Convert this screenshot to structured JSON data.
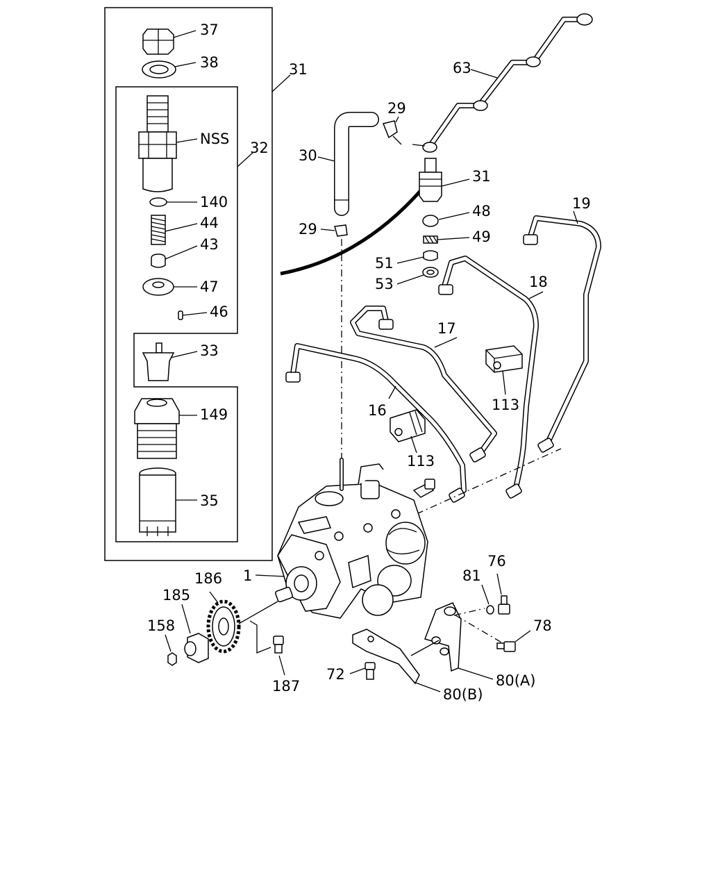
{
  "diagram": {
    "labels": {
      "p37": "37",
      "p38": "38",
      "p31a": "31",
      "pNSS": "NSS",
      "p32": "32",
      "p140": "140",
      "p44": "44",
      "p43": "43",
      "p47": "47",
      "p46": "46",
      "p33": "33",
      "p149": "149",
      "p35": "35",
      "p63": "63",
      "p29a": "29",
      "p30": "30",
      "p31b": "31",
      "p29b": "29",
      "p48": "48",
      "p49": "49",
      "p51": "51",
      "p53": "53",
      "p19": "19",
      "p18": "18",
      "p17": "17",
      "p16": "16",
      "p113a": "113",
      "p113b": "113",
      "p1": "1",
      "p186": "186",
      "p185": "185",
      "p158": "158",
      "p187": "187",
      "p81": "81",
      "p76": "76",
      "p78": "78",
      "p72": "72",
      "p80a": "80(A)",
      "p80b": "80(B)"
    }
  }
}
